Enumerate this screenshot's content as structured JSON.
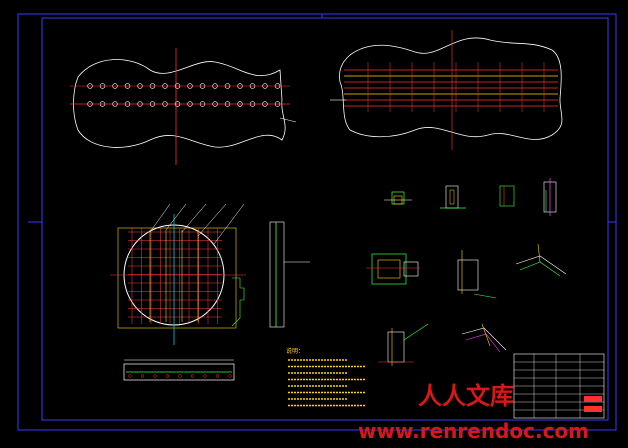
{
  "drawing": {
    "background": "#000000",
    "line_colors": {
      "border": "#3a3aff",
      "outline": "#ffffff",
      "section": "#ff3030",
      "rebar": "#ffd400",
      "grid": "#ff4040",
      "detail": "#3cff3c",
      "teal": "#00d0d0",
      "magenta": "#ff40ff"
    },
    "notes_heading": "说明：",
    "notes_count": 8
  },
  "title_block": {
    "label": "title-block"
  },
  "watermark": {
    "chinese": "人人文库",
    "url": "www.renrendoc.com",
    "color": "#d81818"
  }
}
